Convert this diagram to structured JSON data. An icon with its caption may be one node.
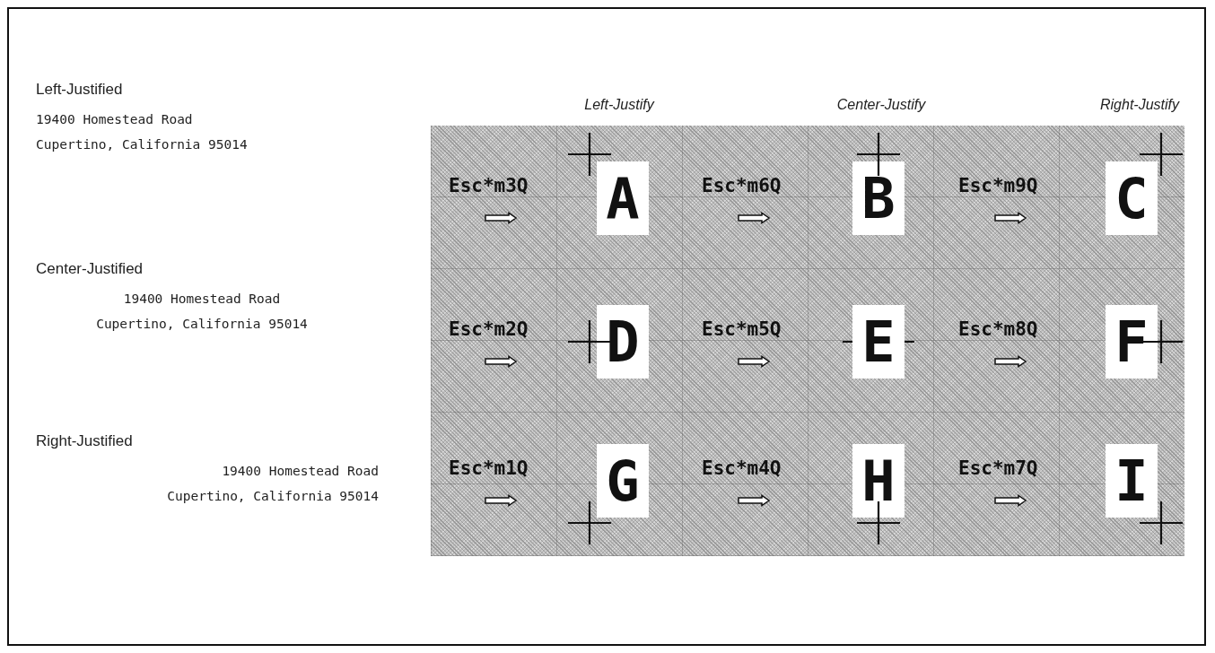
{
  "diagram": {
    "labels": [
      "Left-Justify",
      "Center-Justify",
      "Right-Justify",
      "Left-Justified",
      "19400 Homestead Road",
      "Cupertino, California 95014",
      "Esc*m3Q",
      "A",
      "Esc*m6Q",
      "B",
      "Esc*m9Q",
      "C",
      "Center-Justified",
      "19400 Homestead Road",
      "Cupertino, California 95014",
      "Esc*m2Q",
      "D",
      "Esc*m5Q",
      "E",
      "Esc*m8Q",
      "F",
      "Right-Justified",
      "19400 Homestead Road",
      "Cupertino, California 95014",
      "Esc*m1Q",
      "G",
      "Esc*m4Q",
      "H",
      "Esc*m7Q",
      "I"
    ]
  }
}
